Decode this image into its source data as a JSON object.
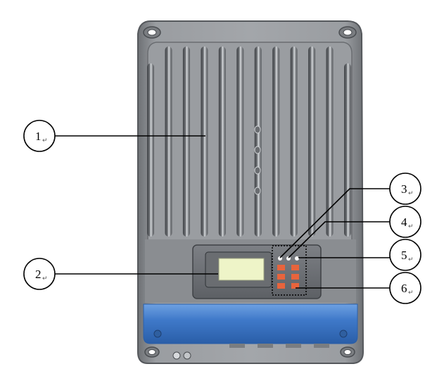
{
  "figure": {
    "subject": "solar charge controller front view",
    "callouts": [
      {
        "id": "1",
        "label": "1"
      },
      {
        "id": "2",
        "label": "2"
      },
      {
        "id": "3",
        "label": "3"
      },
      {
        "id": "4",
        "label": "4"
      },
      {
        "id": "5",
        "label": "5"
      },
      {
        "id": "6",
        "label": "6"
      }
    ],
    "para_mark": "↵"
  },
  "colors": {
    "housing": "#8c8f93",
    "housing_dark": "#5f6266",
    "fin_light": "#c9cccf",
    "fin_dark": "#4c4f53",
    "blue_band": "#3f79c9",
    "lcd": "#eef4c8",
    "buttons": "#e8643c",
    "leds": "#ffffff"
  }
}
